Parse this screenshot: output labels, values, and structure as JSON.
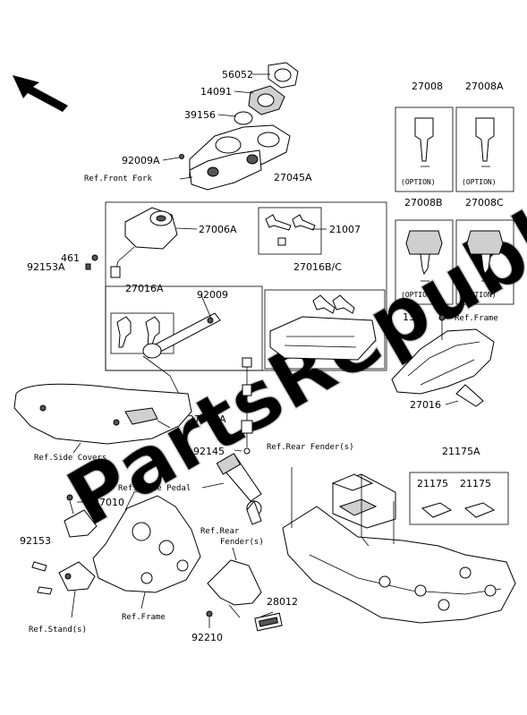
{
  "watermark": "PartsRepublik",
  "parts": {
    "p56052": "56052",
    "p14091": "14091",
    "p39156": "39156",
    "p92009A": "92009A",
    "p27045A": "27045A",
    "p27006A": "27006A",
    "p21007": "21007",
    "p461": "461",
    "p92153A": "92153A",
    "p27016A": "27016A",
    "p92009": "92009",
    "p27016BC": "27016B/C",
    "p27008": "27008",
    "p27008A": "27008A",
    "p27008B": "27008B",
    "p27008C": "27008C",
    "p130": "130",
    "p27016": "27016",
    "p27010A": "27010A",
    "p92145": "92145",
    "p21175A": "21175A",
    "p21175a": "21175",
    "p21175b": "21175",
    "p27010": "27010",
    "p92153": "92153",
    "p28012": "28012",
    "p92210": "92210"
  },
  "refs": {
    "front_fork": "Ref.Front Fork",
    "frame_right": "Ref.Frame",
    "side_covers": "Ref.Side Covers",
    "rear_fender_main": "Ref.Rear Fender(s)",
    "brake_pedal": "Ref.Brake Pedal",
    "rear_line1": "Ref.Rear",
    "rear_line2": "Fender(s)",
    "frame_bottom": "Ref.Frame",
    "stand": "Ref.Stand(s)"
  },
  "option_label": "(OPTION)"
}
